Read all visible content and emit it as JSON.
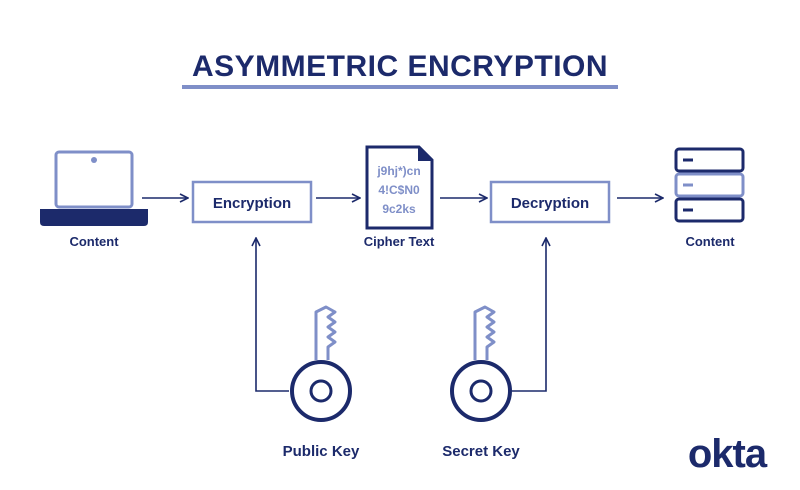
{
  "title": "ASYMMETRIC ENCRYPTION",
  "nodes": {
    "source": {
      "label": "Content",
      "icon": "laptop-icon"
    },
    "encryption": {
      "label": "Encryption"
    },
    "cipher": {
      "label": "Cipher Text",
      "icon": "document-icon",
      "lines": [
        "j9hj*)cn",
        "4!C$N0",
        "9c2ks"
      ]
    },
    "decryption": {
      "label": "Decryption"
    },
    "destination": {
      "label": "Content",
      "icon": "server-icon"
    },
    "public_key": {
      "label": "Public Key",
      "icon": "key-icon"
    },
    "secret_key": {
      "label": "Secret Key",
      "icon": "key-icon"
    }
  },
  "brand": {
    "logo": "okta"
  },
  "colors": {
    "primary": "#1c2a6b",
    "accent": "#7f8fc8"
  }
}
